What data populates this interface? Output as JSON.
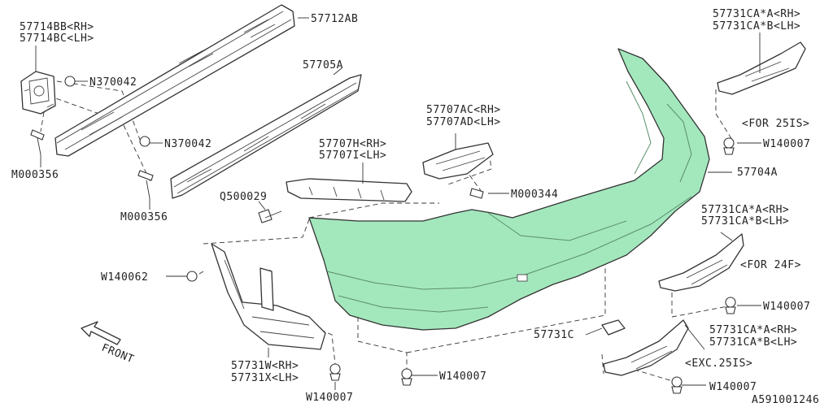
{
  "accent_color": "#a3e8bd",
  "labels": {
    "p57714bb": "57714BB<RH>",
    "p57714bc": "57714BC<LH>",
    "p57712ab": "57712AB",
    "n370042_a": "N370042",
    "p57705a": "57705A",
    "n370042_b": "N370042",
    "m000356_a": "M000356",
    "m000356_b": "M000356",
    "p57707h": "57707H<RH>",
    "p57707i": "57707I<LH>",
    "p57707ac": "57707AC<RH>",
    "p57707ad": "57707AD<LH>",
    "q500029": "Q500029",
    "m000344": "M000344",
    "p57731caa_top": "57731CA*A<RH>",
    "p57731cab_top": "57731CA*B<LH>",
    "for25is": "<FOR 25IS>",
    "w140007_top": "W140007",
    "p57704a": "57704A",
    "p57731caa_mid": "57731CA*A<RH>",
    "p57731cab_mid": "57731CA*B<LH>",
    "for24f": "<FOR 24F>",
    "w140007_mid": "W140007",
    "w140062": "W140062",
    "p57731c": "57731C",
    "p57731caa_bot": "57731CA*A<RH>",
    "p57731cab_bot": "57731CA*B<LH>",
    "exc25is": "<EXC.25IS>",
    "w140007_bot": "W140007",
    "front": "FRONT",
    "p57731w": "57731W<RH>",
    "p57731x": "57731X<LH>",
    "w140007_a": "W140007",
    "w140007_b": "W140007",
    "ref_code": "A591001246"
  },
  "icons": [
    "front-arrow-icon"
  ]
}
